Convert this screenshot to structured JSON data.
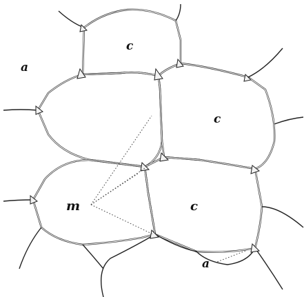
{
  "figure": {
    "labels": {
      "a_top": "a",
      "a_bottom": "a",
      "c_top": "c",
      "c_right": "c",
      "c_bottom": "c",
      "m": "m"
    }
  },
  "colors": {
    "background": "#ffffff",
    "line": "#222222"
  }
}
